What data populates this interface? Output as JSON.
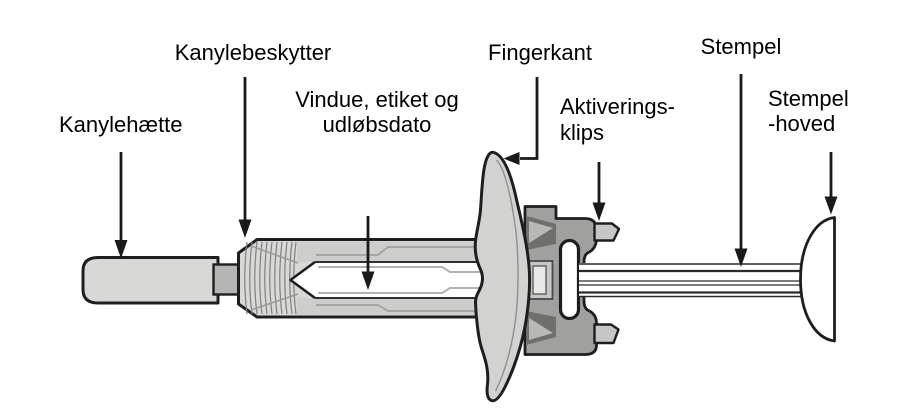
{
  "figure": {
    "description": "Labeled cutaway diagram of a pre-filled injection pen (syringe) with Danish part labels",
    "colors": {
      "background": "#ffffff",
      "line": "#1e1e1e",
      "body": "#d8d8d6",
      "band": "#cdcdcb",
      "connector": "#b4b4b2",
      "clip": "#a0a09e",
      "clip_dark": "#6f6f6d",
      "tab": "#c6c6c4",
      "window": "#ffffff",
      "detail": "#9a9a98",
      "arrow": "#1a1a1a"
    }
  },
  "labels": {
    "kanylehaette": "Kanylehætte",
    "kanylebeskytter": "Kanylebeskytter",
    "vindue": {
      "line1": "Vindue, etiket og",
      "line2": "udløbsdato"
    },
    "fingerkant": "Fingerkant",
    "aktiveringsklips": {
      "line1": "Aktiverings-",
      "line2": "klips"
    },
    "stempel": "Stempel",
    "stempelhoved": {
      "line1": "Stempel",
      "line2": "-hoved"
    }
  }
}
